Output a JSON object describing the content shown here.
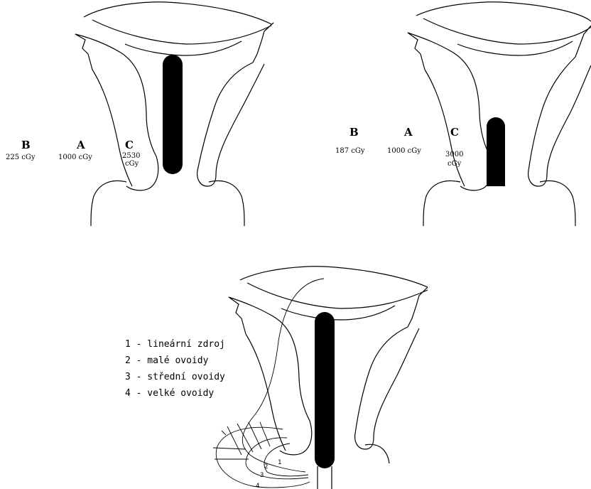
{
  "panel_left": {
    "points": [
      {
        "letter": "B",
        "dose": "225 cGy"
      },
      {
        "letter": "A",
        "dose": "1000 cGy"
      },
      {
        "letter": "C",
        "dose_line1": "2530",
        "dose_line2": "cGy"
      }
    ]
  },
  "panel_right": {
    "points": [
      {
        "letter": "B",
        "dose": "187 cGy"
      },
      {
        "letter": "A",
        "dose": "1000 cGy"
      },
      {
        "letter": "C",
        "dose_line1": "3000",
        "dose_line2": "cGy"
      }
    ]
  },
  "legend": [
    "1 - lineární zdroj",
    "2 - malé ovoidy",
    "3 - střední ovoidy",
    "4 - velké ovoidy"
  ],
  "curve_numbers": [
    "1",
    "2",
    "3",
    "4"
  ],
  "colors": {
    "ink": "#000000",
    "background": "#ffffff"
  }
}
